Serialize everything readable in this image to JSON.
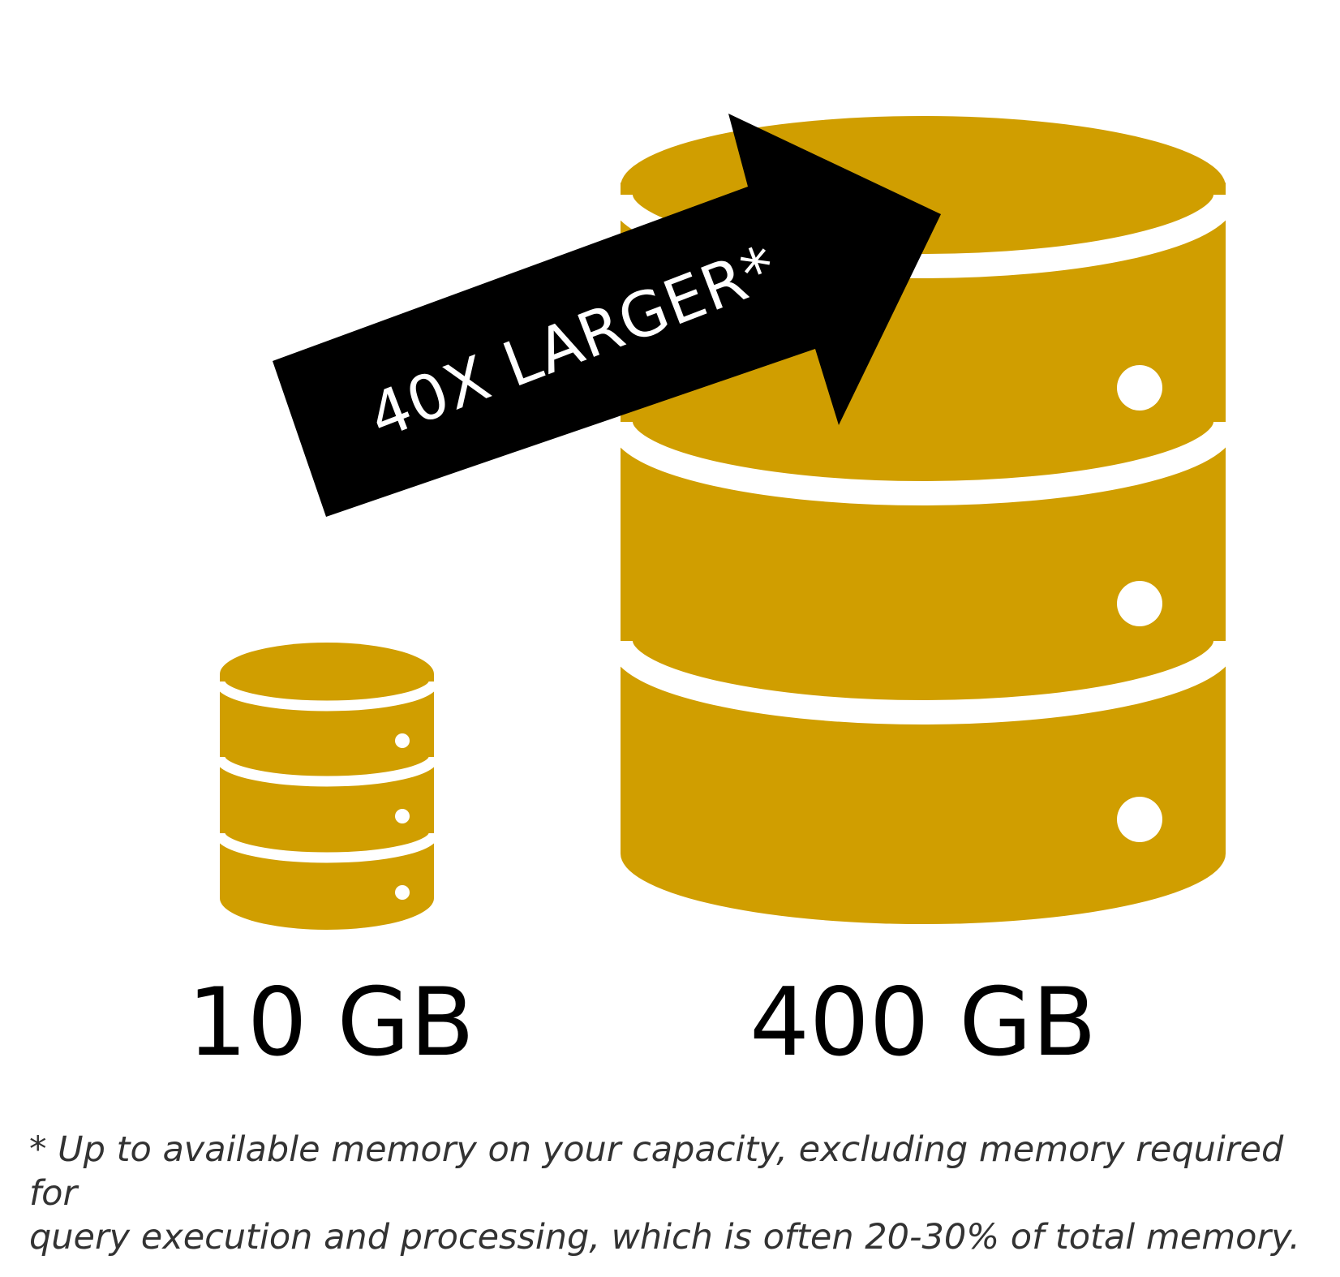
{
  "colors": {
    "database_fill": "#D09E00",
    "band": "#FFFFFF",
    "arrow": "#000000",
    "arrow_text": "#FFFFFF",
    "label_text": "#000000",
    "footnote_text": "#333333"
  },
  "icons": {
    "small": "database-icon",
    "large": "database-icon",
    "arrow": "arrow-right-icon"
  },
  "arrow": {
    "label": "40X LARGER*"
  },
  "databases": {
    "small": {
      "label": "10 GB"
    },
    "large": {
      "label": "400 GB"
    }
  },
  "footnote": {
    "line1": "* Up to available memory on your capacity, excluding memory required for",
    "line2": "query execution and processing, which is often 20-30% of total memory."
  }
}
